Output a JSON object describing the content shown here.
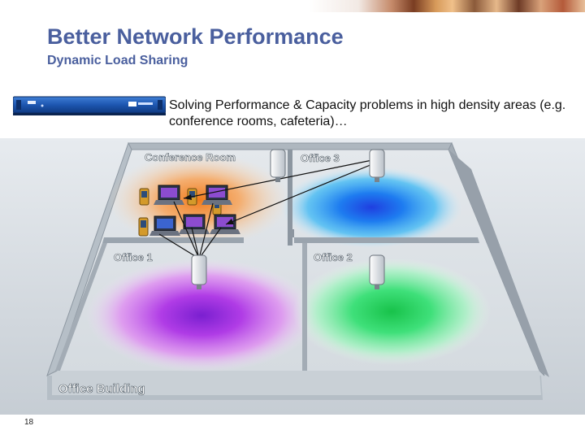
{
  "slide": {
    "title": "Better Network Performance",
    "subtitle": "Dynamic Load Sharing",
    "description": "Solving Performance & Capacity problems in high density areas (e.g. conference rooms, cafeteria)…",
    "page_number": "18"
  },
  "building": {
    "label": "Office Building",
    "rooms": [
      {
        "label": "Conference Room"
      },
      {
        "label": "Office 3"
      },
      {
        "label": "Office 1"
      },
      {
        "label": "Office 2"
      }
    ]
  },
  "colors": {
    "title": "#4a5f9e",
    "coverage_orange": "#f5872a",
    "coverage_blue": "#1e5bf0",
    "coverage_purple": "#9a2fe0",
    "coverage_green": "#1fcf5a",
    "floor": "#d9dee3",
    "wall": "#9aa4ae"
  },
  "icons": [
    "rack-device-icon",
    "access-point-icon",
    "laptop-icon",
    "pda-icon"
  ]
}
